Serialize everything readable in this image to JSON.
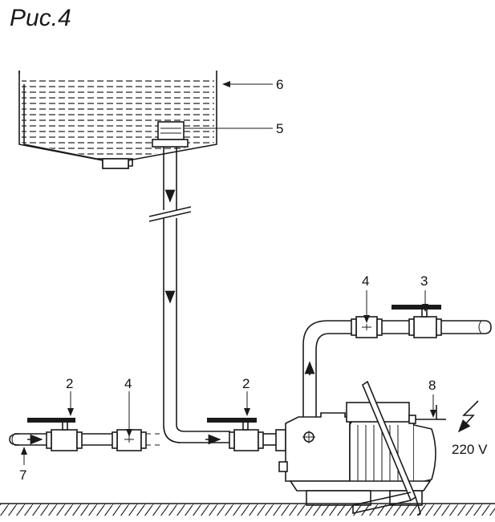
{
  "figure": {
    "title": "Рис.4"
  },
  "labels": {
    "tank": "6",
    "float_valve": "5",
    "valve_right_top": "3",
    "check_valve_right_top": "4",
    "valve_left": "2",
    "check_valve_left": "4",
    "valve_pump_inlet": "2",
    "inlet_pipe": "7",
    "power_cable": "8",
    "voltage": "220 V"
  },
  "icons": {
    "lightning": "lightning-bolt-icon",
    "flow_arrow": "arrow-icon"
  }
}
